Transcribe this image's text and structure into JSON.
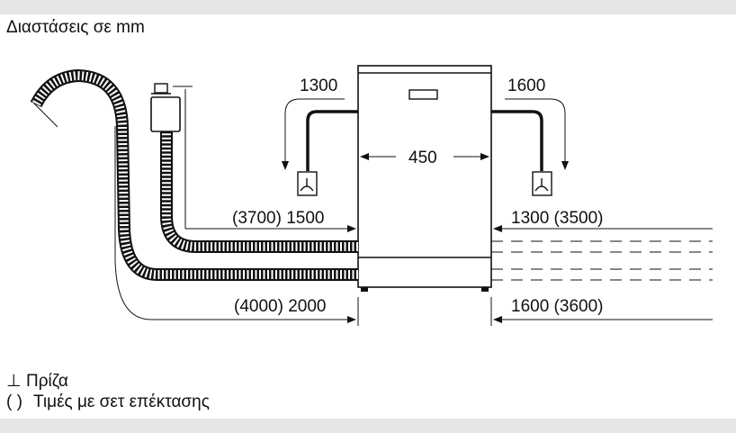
{
  "title": "Διαστάσεις σε mm",
  "dimensions": {
    "width": "450",
    "height_left": "1300",
    "height_right": "1600",
    "hose_left_upper": "(3700) 1500",
    "hose_left_lower": "(4000) 2000",
    "hose_right_upper": "1300 (3500)",
    "hose_right_lower": "1600 (3600)"
  },
  "legend": [
    {
      "icon": "socket-icon",
      "symbol": "⊥",
      "text": "Πρίζα"
    },
    {
      "icon": "parentheses-icon",
      "symbol": "( )",
      "text": "Τιμές με σετ επέκτασης"
    }
  ],
  "colors": {
    "line": "#111111",
    "band": "#e6e6e6"
  }
}
